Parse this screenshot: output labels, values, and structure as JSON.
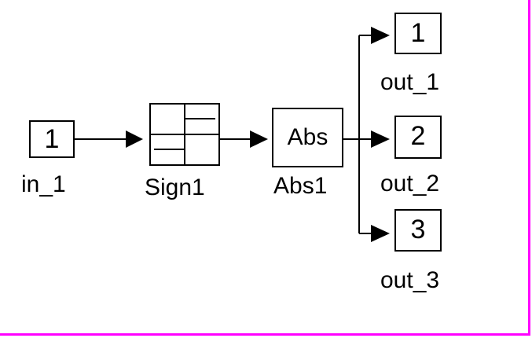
{
  "diagram": {
    "colors": {
      "line": "#000000",
      "frame": "#ff00ff",
      "background": "#ffffff"
    },
    "blocks": {
      "in_1": {
        "text": "1",
        "label": "in_1"
      },
      "sign1": {
        "label": "Sign1",
        "icon": "sign-function-icon"
      },
      "abs1": {
        "text": "Abs",
        "label": "Abs1"
      },
      "out_1": {
        "text": "1",
        "label": "out_1"
      },
      "out_2": {
        "text": "2",
        "label": "out_2"
      },
      "out_3": {
        "text": "3",
        "label": "out_3"
      }
    },
    "connections": [
      {
        "from": "in_1",
        "to": "sign1"
      },
      {
        "from": "sign1",
        "to": "abs1"
      },
      {
        "from": "abs1",
        "to": "out_1"
      },
      {
        "from": "abs1",
        "to": "out_2"
      },
      {
        "from": "abs1",
        "to": "out_3"
      }
    ]
  }
}
